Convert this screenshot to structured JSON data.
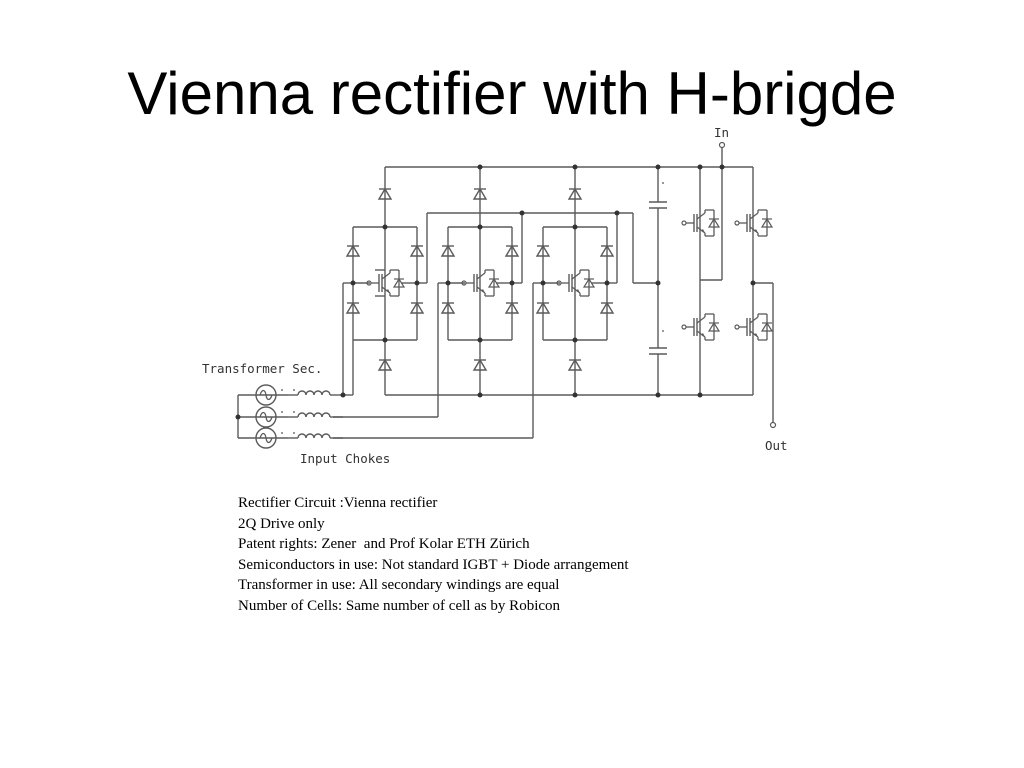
{
  "slide": {
    "title": "Vienna rectifier with H-brigde"
  },
  "diagram": {
    "labels": {
      "in": "In",
      "out": "Out",
      "transformer": "Transformer Sec.",
      "chokes": "Input Chokes"
    },
    "line_color": "#5a5a5a"
  },
  "notes": [
    "Rectifier Circuit :Vienna rectifier",
    "2Q Drive only",
    "Patent rights: Zener  and Prof Kolar ETH Zürich",
    "Semiconductors in use: Not standard IGBT + Diode arrangement",
    "Transformer in use: All secondary windings are equal",
    "Number of Cells: Same number of cell as by Robicon"
  ]
}
